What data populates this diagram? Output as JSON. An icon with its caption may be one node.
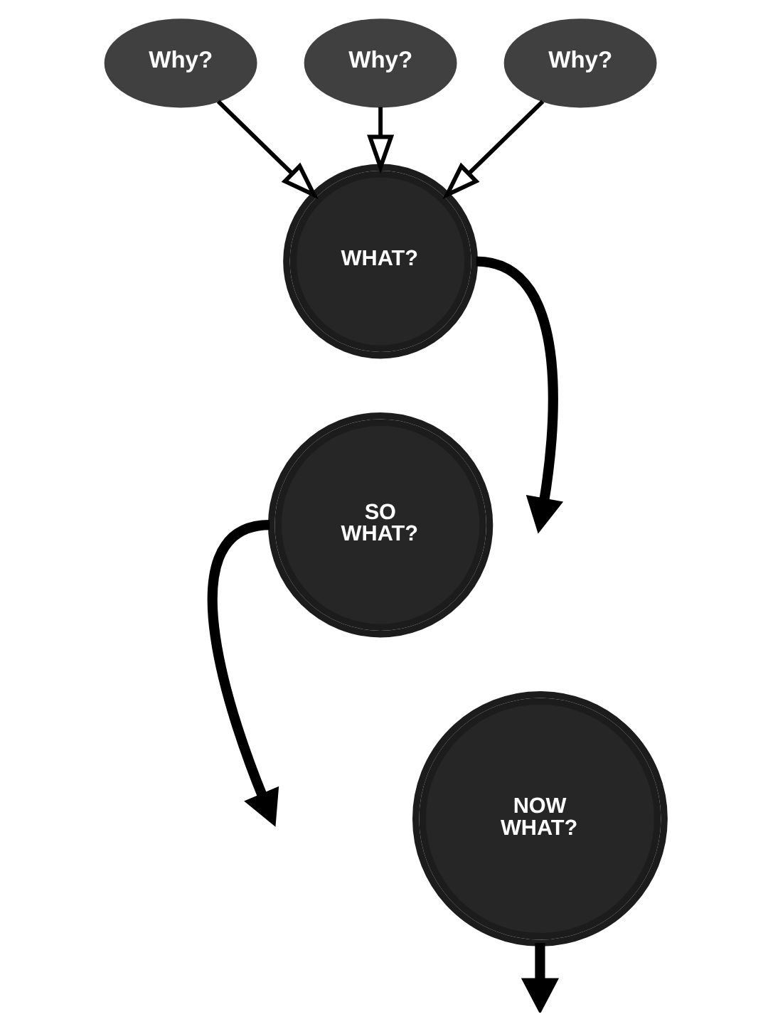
{
  "diagram": {
    "nodes": [
      {
        "text": [
          "Why?"
        ]
      },
      {
        "text": [
          "Why?"
        ]
      },
      {
        "text": [
          "Why?"
        ]
      },
      {
        "text": [
          "WHAT?"
        ]
      },
      {
        "text": [
          "SO WHAT?"
        ]
      },
      {
        "text": [
          "NOW WHAT?"
        ]
      }
    ],
    "edges": [
      {
        "from": 0,
        "to": 3,
        "arrow": "to"
      },
      {
        "from": 1,
        "to": 3,
        "arrow": "to"
      },
      {
        "from": 2,
        "to": 3,
        "arrow": "to"
      },
      {
        "from": 3,
        "to": null,
        "arrow": "to",
        "style": "thick"
      },
      {
        "from": 4,
        "to": null,
        "arrow": "to",
        "style": "thick"
      },
      {
        "from": 5,
        "to": null,
        "arrow": "to",
        "style": "thick"
      }
    ]
  }
}
